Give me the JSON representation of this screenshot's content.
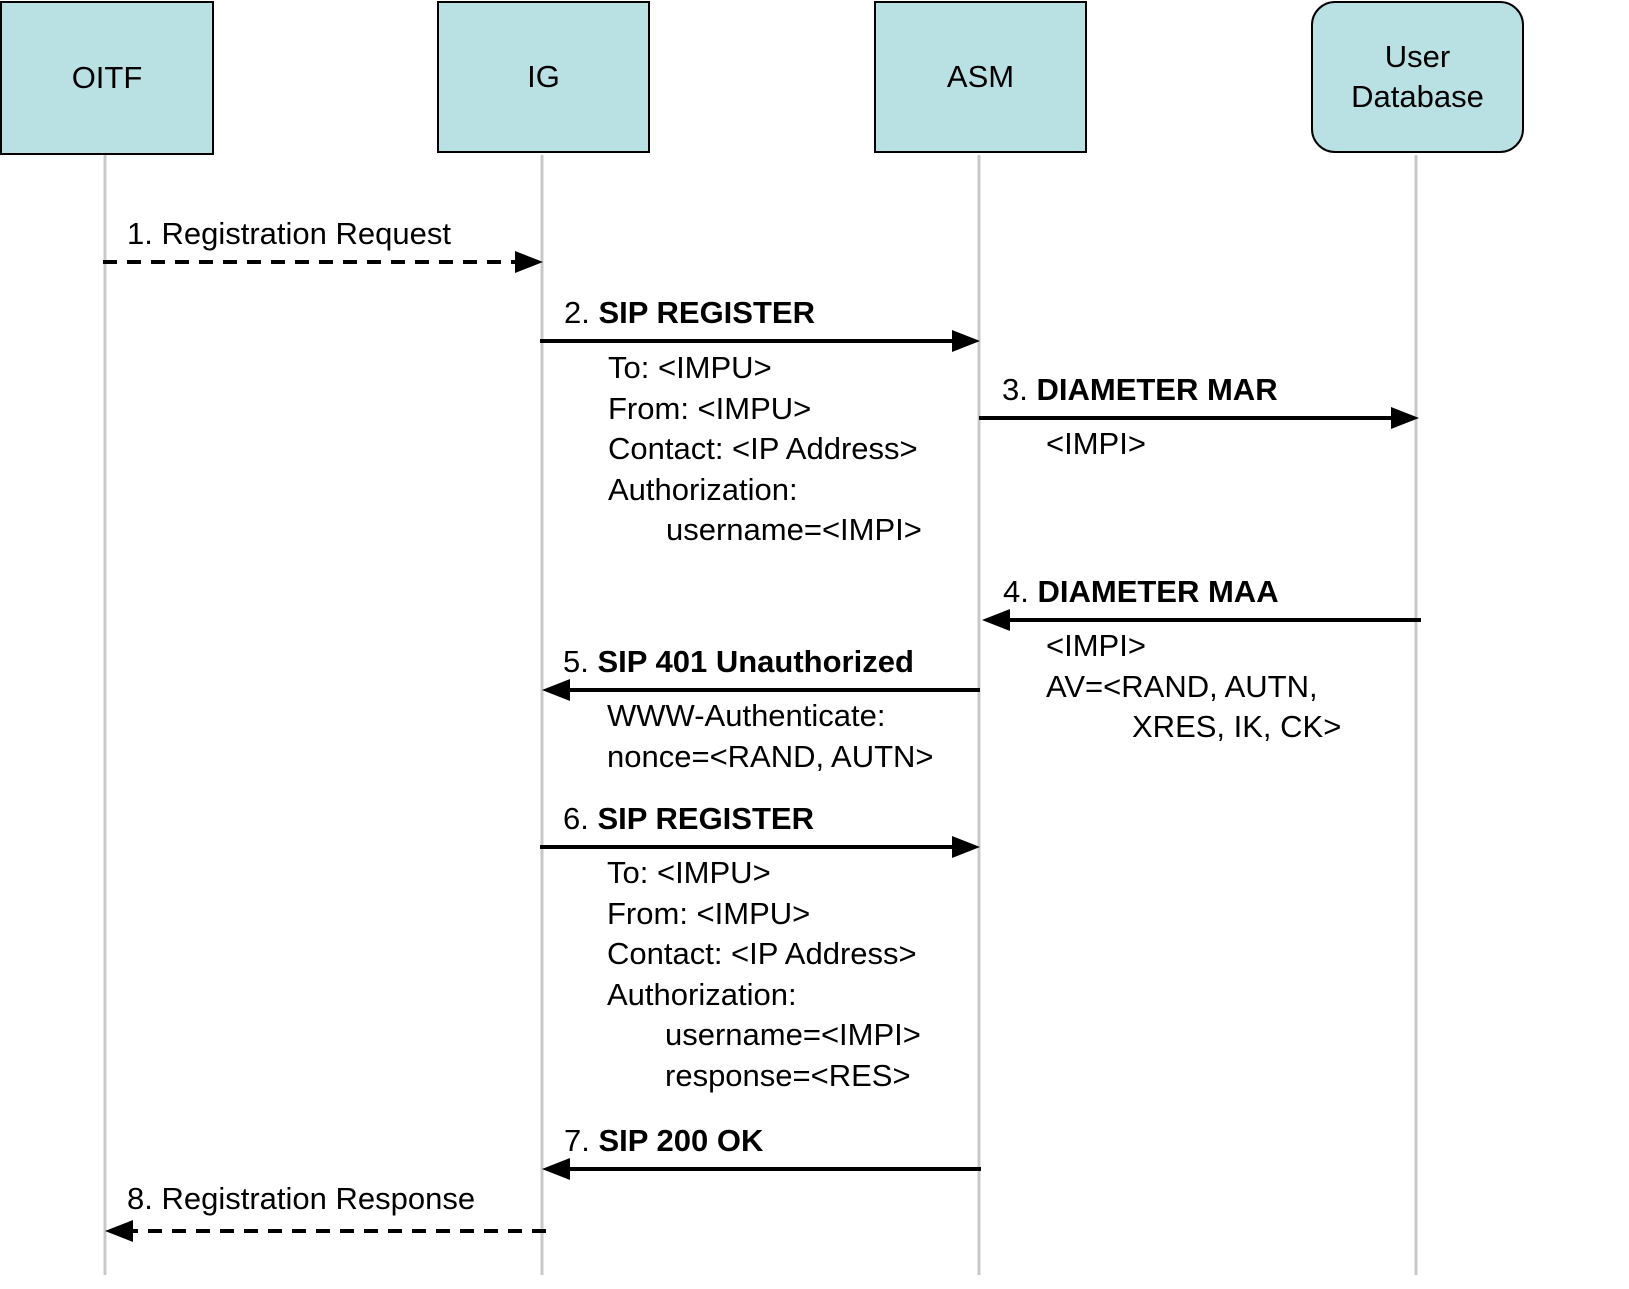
{
  "participants": [
    {
      "id": "oitf",
      "label": "OITF"
    },
    {
      "id": "ig",
      "label": "IG"
    },
    {
      "id": "asm",
      "label": "ASM"
    },
    {
      "id": "userdb",
      "label": "User\nDatabase"
    }
  ],
  "messages": [
    {
      "num": "1.",
      "name": "Registration Request",
      "bold": false,
      "from": "OITF",
      "to": "IG",
      "style": "dashed"
    },
    {
      "num": "2.",
      "name": "SIP REGISTER",
      "bold": true,
      "from": "IG",
      "to": "ASM",
      "style": "solid"
    },
    {
      "num": "3.",
      "name": "DIAMETER MAR",
      "bold": true,
      "from": "ASM",
      "to": "User Database",
      "style": "solid"
    },
    {
      "num": "4.",
      "name": "DIAMETER MAA",
      "bold": true,
      "from": "User Database",
      "to": "ASM",
      "style": "solid"
    },
    {
      "num": "5.",
      "name": "SIP 401 Unauthorized",
      "bold": true,
      "from": "ASM",
      "to": "IG",
      "style": "solid"
    },
    {
      "num": "6.",
      "name": "SIP REGISTER",
      "bold": true,
      "from": "IG",
      "to": "ASM",
      "style": "solid"
    },
    {
      "num": "7.",
      "name": "SIP 200 OK",
      "bold": true,
      "from": "ASM",
      "to": "IG",
      "style": "solid"
    },
    {
      "num": "8.",
      "name": "Registration Response",
      "bold": false,
      "from": "IG",
      "to": "OITF",
      "style": "dashed"
    }
  ],
  "params": {
    "m2": [
      "To: <IMPU>",
      "From: <IMPU>",
      "Contact: <IP Address>",
      "Authorization:",
      "username=<IMPI>"
    ],
    "m3": [
      "<IMPI>"
    ],
    "m4": [
      "<IMPI>",
      "AV=<RAND, AUTN,",
      "XRES, IK, CK>"
    ],
    "m5": [
      "WWW-Authenticate:",
      "nonce=<RAND, AUTN>"
    ],
    "m6": [
      "To: <IMPU>",
      "From: <IMPU>",
      "Contact: <IP Address>",
      "Authorization:",
      "username=<IMPI>",
      "response=<RES>"
    ]
  },
  "colors": {
    "box_fill": "#b9e0e3",
    "lifeline": "#c8c8c8",
    "stroke": "#000000"
  }
}
